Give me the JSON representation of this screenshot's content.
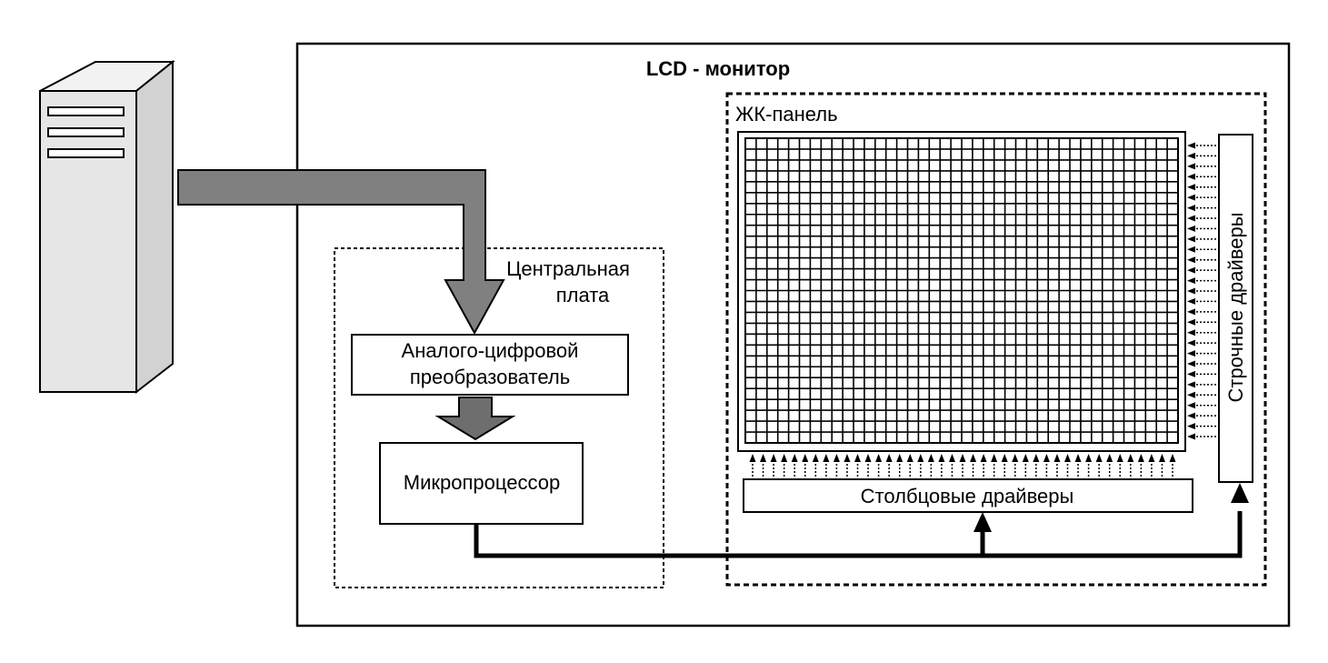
{
  "monitor": {
    "title": "LCD - монитор"
  },
  "lcd_panel": {
    "label": "ЖК-панель"
  },
  "main_board": {
    "label_line1": "Центральная",
    "label_line2": "плата"
  },
  "adc": {
    "label_line1": "Аналого-цифровой",
    "label_line2": "преобразователь"
  },
  "microprocessor": {
    "label": "Микропроцессор"
  },
  "column_drivers": {
    "label": "Столбцовые драйверы"
  },
  "row_drivers": {
    "label": "Строчные драйверы"
  },
  "colors": {
    "signal_arrow": "#808080",
    "computer_body": "#e6e6e6",
    "computer_side": "#d2d2d2",
    "line": "#000000"
  }
}
